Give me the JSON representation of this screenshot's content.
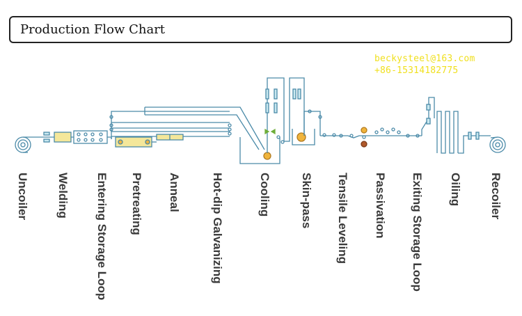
{
  "title": "Production Flow Chart",
  "watermark": {
    "email": "beckysteel@163.com",
    "phone": "+86-15314182775",
    "color": "#f0e020"
  },
  "colors": {
    "line": "#4a8aa8",
    "roller_fill": "#c9e8f0",
    "yellow_fill": "#f4e79a",
    "green": "#6fae3a",
    "coil_orange": "#f0b43c",
    "brown": "#b0582a"
  },
  "stages": [
    "Uncoiler",
    "Welding",
    "Entering Storage Loop",
    "Pretreating",
    "Anneal",
    "Hot-dip Galvanizing",
    "Cooling",
    "Skin-pass",
    "Tensile Leveling",
    "Passivation",
    "Exiting Storage Loop",
    "Oiling",
    "Recoiler"
  ]
}
